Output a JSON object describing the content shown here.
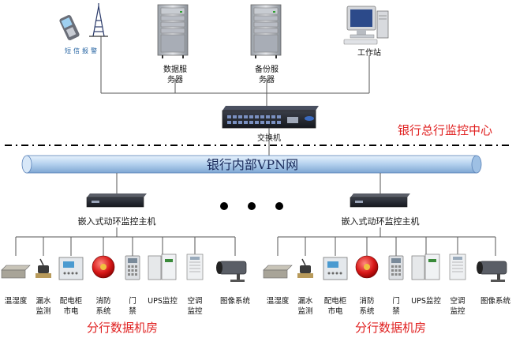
{
  "top": {
    "sms_label": "短信报警",
    "data_server_label": [
      "数据服",
      "务器"
    ],
    "backup_server_label": [
      "备份服",
      "务器"
    ],
    "workstation_label": "工作站",
    "switch_label": "交换机",
    "center_title": "银行总行监控中心"
  },
  "vpn_label": "银行内部VPN网",
  "branches": [
    {
      "host_label": "嵌入式动环监控主机",
      "room_title": "分行数据机房",
      "devices": [
        {
          "icon": "temperature-humidity-sensor-icon",
          "label": [
            "温湿度"
          ]
        },
        {
          "icon": "water-leak-sensor-icon",
          "label": [
            "漏水",
            "监测"
          ]
        },
        {
          "icon": "power-distribution-cabinet-icon",
          "label": [
            "配电柜",
            "市电"
          ]
        },
        {
          "icon": "fire-alarm-bell-icon",
          "label": [
            "消防",
            "系统"
          ]
        },
        {
          "icon": "access-control-panel-icon",
          "label": [
            "门",
            "禁"
          ]
        },
        {
          "icon": "ups-icon",
          "label": [
            "UPS监控"
          ]
        },
        {
          "icon": "air-conditioner-icon",
          "label": [
            "空调",
            "监控"
          ]
        },
        {
          "icon": "cctv-camera-icon",
          "label": [
            "图像系统"
          ]
        }
      ]
    },
    {
      "host_label": "嵌入式动环监控主机",
      "room_title": "分行数据机房",
      "devices": [
        {
          "icon": "temperature-humidity-sensor-icon",
          "label": [
            "温湿度"
          ]
        },
        {
          "icon": "water-leak-sensor-icon",
          "label": [
            "漏水",
            "监测"
          ]
        },
        {
          "icon": "power-distribution-cabinet-icon",
          "label": [
            "配电柜",
            "市电"
          ]
        },
        {
          "icon": "fire-alarm-bell-icon",
          "label": [
            "消防",
            "系统"
          ]
        },
        {
          "icon": "access-control-panel-icon",
          "label": [
            "门",
            "禁"
          ]
        },
        {
          "icon": "ups-icon",
          "label": [
            "UPS监控"
          ]
        },
        {
          "icon": "air-conditioner-icon",
          "label": [
            "空调",
            "监控"
          ]
        },
        {
          "icon": "cctv-camera-icon",
          "label": [
            "图像系统"
          ]
        }
      ]
    }
  ],
  "colors": {
    "accent_red": "#e02020",
    "vpn_blue": "#b8d4f0",
    "line": "#555555"
  }
}
